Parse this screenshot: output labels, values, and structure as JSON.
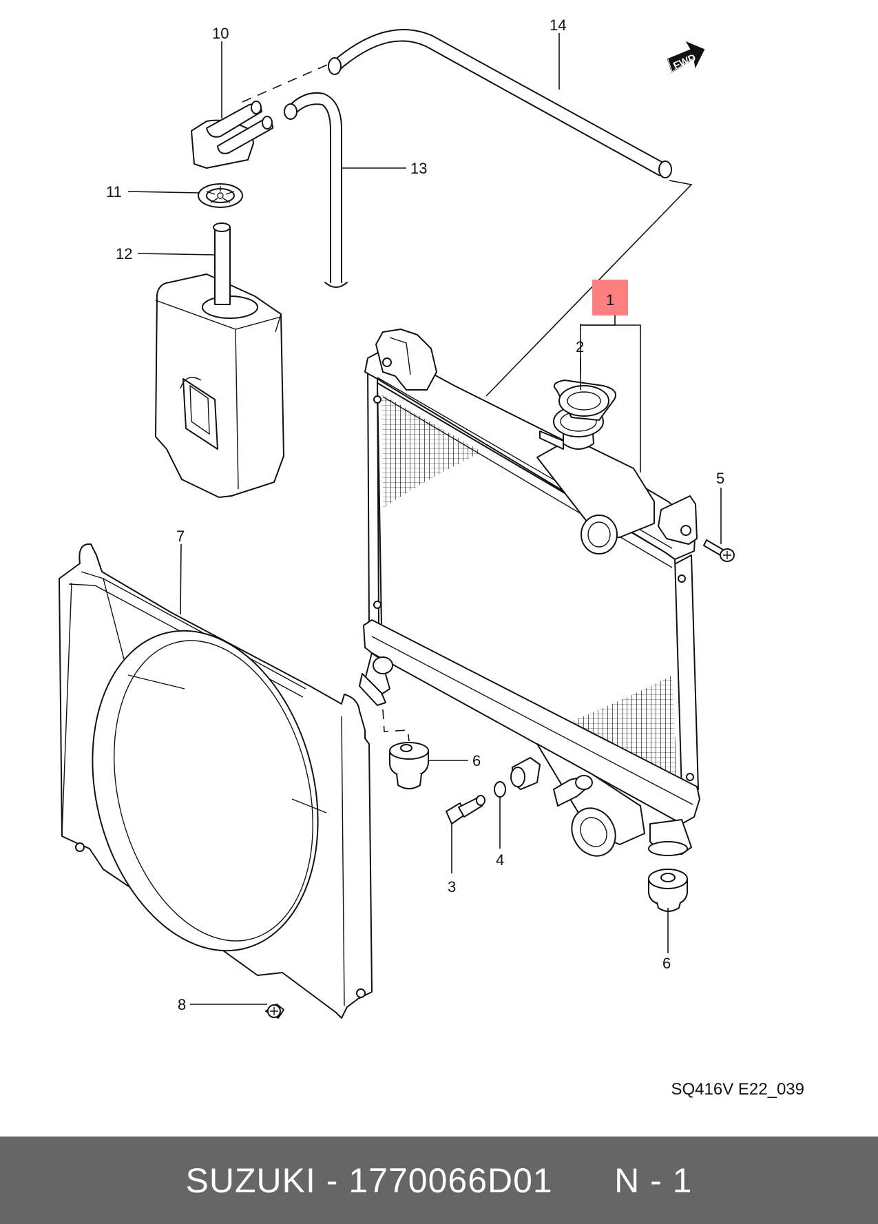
{
  "diagram": {
    "callouts": [
      {
        "id": "1",
        "label": "1",
        "highlighted": true
      },
      {
        "id": "2",
        "label": "2"
      },
      {
        "id": "3",
        "label": "3"
      },
      {
        "id": "4",
        "label": "4"
      },
      {
        "id": "5",
        "label": "5"
      },
      {
        "id": "6a",
        "label": "6"
      },
      {
        "id": "6b",
        "label": "6"
      },
      {
        "id": "7",
        "label": "7"
      },
      {
        "id": "8",
        "label": "8"
      },
      {
        "id": "10",
        "label": "10"
      },
      {
        "id": "11",
        "label": "11"
      },
      {
        "id": "12",
        "label": "12"
      },
      {
        "id": "13",
        "label": "13"
      },
      {
        "id": "14",
        "label": "14"
      }
    ],
    "fwd_label": "FWD",
    "diagram_code": "SQ416V E22_039",
    "highlight_color": "#ff8080",
    "line_color": "#111111"
  },
  "footer": {
    "brand": "SUZUKI",
    "separator": " - ",
    "part_number": "1770066D01",
    "ref": "N - 1",
    "background": "#666666",
    "text_color": "#ffffff"
  }
}
